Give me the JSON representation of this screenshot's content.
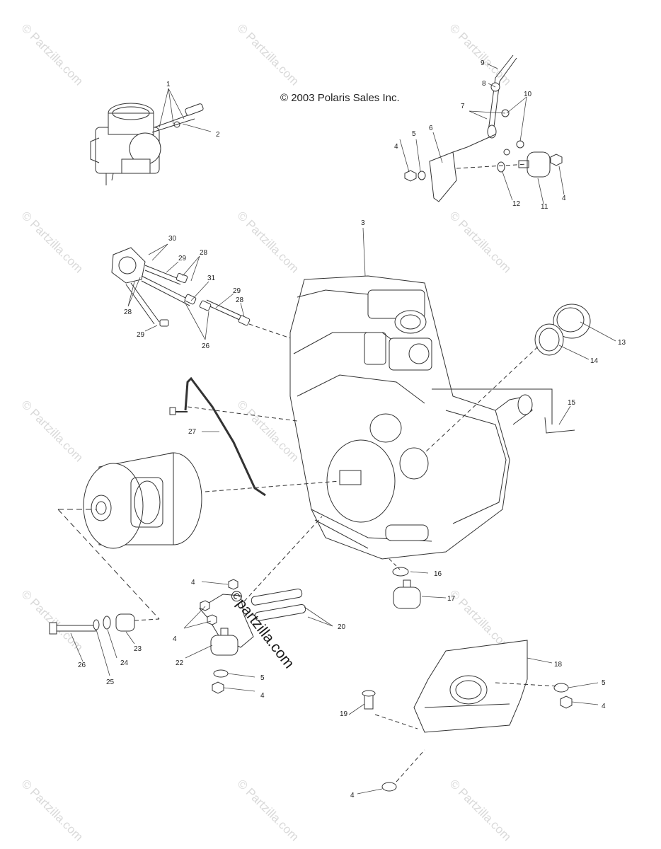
{
  "copyright": "© 2003 Polaris Sales Inc.",
  "watermark": "© Partzilla.com",
  "center_watermark": "©partzilla.com",
  "callouts": [
    {
      "id": "c1",
      "label": "1"
    },
    {
      "id": "c2",
      "label": "2"
    },
    {
      "id": "c3",
      "label": "3"
    },
    {
      "id": "c4a",
      "label": "4"
    },
    {
      "id": "c5a",
      "label": "5"
    },
    {
      "id": "c6",
      "label": "6"
    },
    {
      "id": "c7",
      "label": "7"
    },
    {
      "id": "c8",
      "label": "8"
    },
    {
      "id": "c9",
      "label": "9"
    },
    {
      "id": "c10",
      "label": "10"
    },
    {
      "id": "c11",
      "label": "11"
    },
    {
      "id": "c12",
      "label": "12"
    },
    {
      "id": "c4b",
      "label": "4"
    },
    {
      "id": "c30",
      "label": "30"
    },
    {
      "id": "c29a",
      "label": "29"
    },
    {
      "id": "c28a",
      "label": "28"
    },
    {
      "id": "c31",
      "label": "31"
    },
    {
      "id": "c29b",
      "label": "29"
    },
    {
      "id": "c28b",
      "label": "28"
    },
    {
      "id": "c28c",
      "label": "28"
    },
    {
      "id": "c29c",
      "label": "29"
    },
    {
      "id": "c26a",
      "label": "26"
    },
    {
      "id": "c13",
      "label": "13"
    },
    {
      "id": "c14",
      "label": "14"
    },
    {
      "id": "c15",
      "label": "15"
    },
    {
      "id": "c27",
      "label": "27"
    },
    {
      "id": "c16",
      "label": "16"
    },
    {
      "id": "c17",
      "label": "17"
    },
    {
      "id": "c4c",
      "label": "4"
    },
    {
      "id": "c4d",
      "label": "4"
    },
    {
      "id": "c20",
      "label": "20"
    },
    {
      "id": "c22",
      "label": "22"
    },
    {
      "id": "c5b",
      "label": "5"
    },
    {
      "id": "c4e",
      "label": "4"
    },
    {
      "id": "c26b",
      "label": "26"
    },
    {
      "id": "c24",
      "label": "24"
    },
    {
      "id": "c25",
      "label": "25"
    },
    {
      "id": "c23",
      "label": "23"
    },
    {
      "id": "c18",
      "label": "18"
    },
    {
      "id": "c5c",
      "label": "5"
    },
    {
      "id": "c4f",
      "label": "4"
    },
    {
      "id": "c19",
      "label": "19"
    },
    {
      "id": "c4g",
      "label": "4"
    }
  ]
}
